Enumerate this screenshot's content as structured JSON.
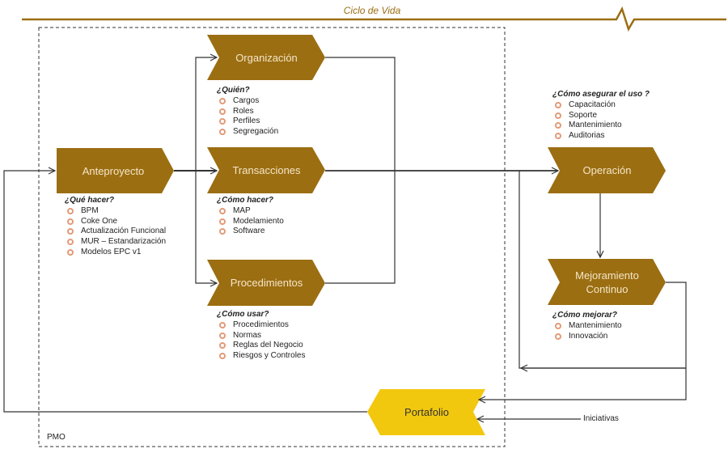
{
  "title": "Ciclo de Vida",
  "container_label": "PMO",
  "colors": {
    "brown": "#9B6E12",
    "yellow": "#F2C80F",
    "bullet": "#E29A78"
  },
  "nodes": {
    "anteproyecto": "Anteproyecto",
    "organizacion": "Organización",
    "transacciones": "Transacciones",
    "procedimientos": "Procedimientos",
    "operacion": "Operación",
    "mejoramiento_line1": "Mejoramiento",
    "mejoramiento_line2": "Continuo",
    "portafolio": "Portafolio"
  },
  "blocks": {
    "anteproyecto": {
      "question": "¿Qué hacer?",
      "items": [
        "BPM",
        "Coke One",
        "Actualización Funcional",
        "MUR – Estandarización",
        "Modelos EPC v1"
      ]
    },
    "organizacion": {
      "question": "¿Quién?",
      "items": [
        "Cargos",
        "Roles",
        "Perfiles",
        "Segregación"
      ]
    },
    "transacciones": {
      "question": "¿Cómo hacer?",
      "items": [
        "MAP",
        "Modelamiento",
        "Software"
      ]
    },
    "procedimientos": {
      "question": "¿Cómo usar?",
      "items": [
        "Procedimientos",
        "Normas",
        "Reglas del Negocio",
        "Riesgos y Controles"
      ]
    },
    "operacion": {
      "question": "¿Cómo asegurar el uso ?",
      "items": [
        "Capacitación",
        "Soporte",
        "Mantenimiento",
        "Auditorias"
      ]
    },
    "mejoramiento": {
      "question": "¿Cómo mejorar?",
      "items": [
        "Mantenimiento",
        "Innovación"
      ]
    }
  },
  "iniciativas_label": "Iniciativas"
}
